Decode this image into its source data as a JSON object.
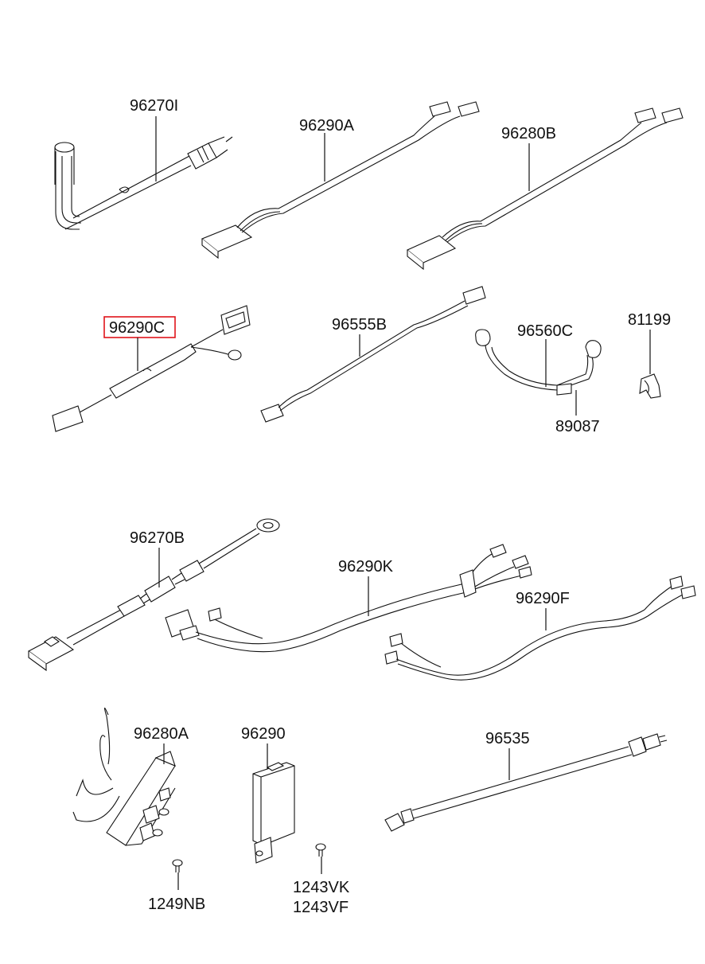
{
  "highlight_color": "#e0141a",
  "highlighted_part": "96290C",
  "labels": {
    "p96270I": "96270I",
    "p96290A": "96290A",
    "p96280B": "96280B",
    "p96290C": "96290C",
    "p96555B": "96555B",
    "p96560C": "96560C",
    "p81199": "81199",
    "p89087": "89087",
    "p96270B": "96270B",
    "p96290K": "96290K",
    "p96290F": "96290F",
    "p96280A": "96280A",
    "p96290": "96290",
    "p96535": "96535",
    "p1249NB": "1249NB",
    "p1243VK": "1243VK",
    "p1243VF": "1243VF"
  }
}
